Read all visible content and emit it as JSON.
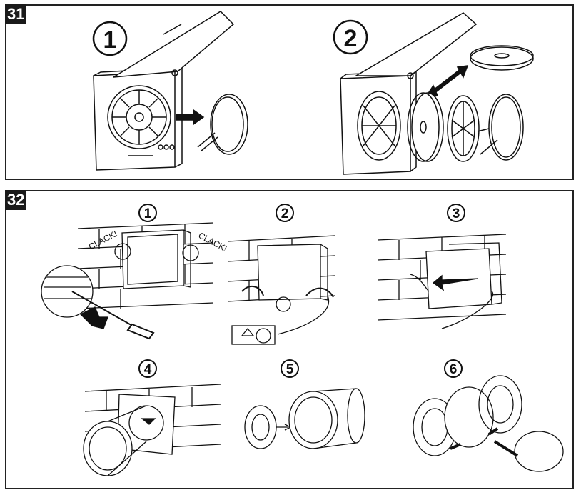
{
  "panel31": {
    "label": "31",
    "steps": [
      "1",
      "2"
    ]
  },
  "panel32": {
    "label": "32",
    "steps": [
      "1",
      "2",
      "3",
      "4",
      "5",
      "6"
    ],
    "clack_left": "CLACK!",
    "clack_right": "CLACK!"
  }
}
